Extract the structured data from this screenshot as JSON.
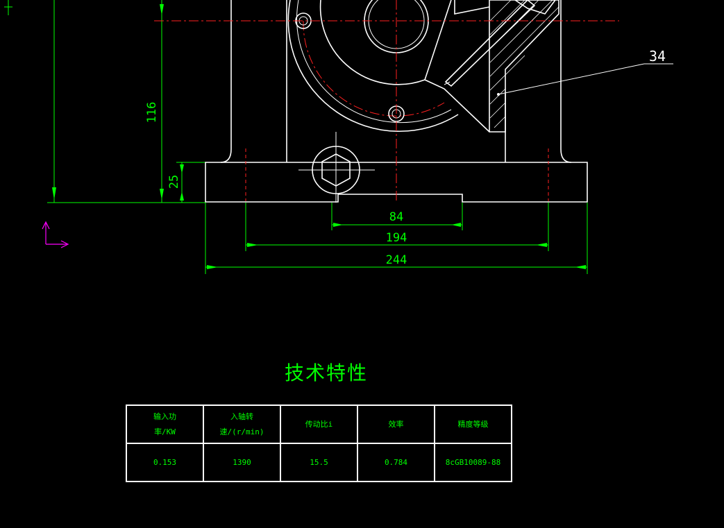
{
  "drawing": {
    "part_label": "34",
    "dimensions": {
      "height_116": "116",
      "height_25": "25",
      "width_84": "84",
      "width_194": "194",
      "width_244": "244"
    }
  },
  "spec": {
    "title": "技术特性",
    "headers": [
      {
        "line1": "输入功",
        "line2": "率/KW"
      },
      {
        "line1": "入轴转",
        "line2": "速/(r/min)"
      },
      {
        "line1": "传动比i",
        "line2": ""
      },
      {
        "line1": "效率",
        "line2": ""
      },
      {
        "line1": "精度等级",
        "line2": ""
      }
    ],
    "values": [
      "0.153",
      "1390",
      "15.5",
      "0.784",
      "8cGB10089-88"
    ]
  },
  "colors": {
    "background": "#000000",
    "outline": "#ffffff",
    "dimension": "#00ff00",
    "centerline": "#ff2020",
    "ucs": "#ff00ff"
  }
}
